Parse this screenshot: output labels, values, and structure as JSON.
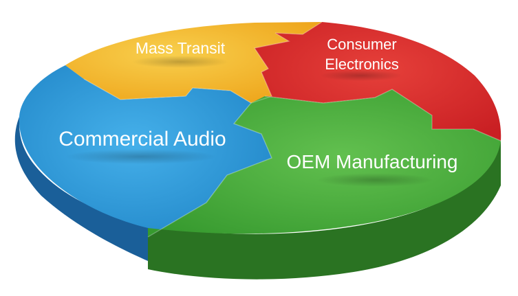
{
  "segments": [
    {
      "key": "mass",
      "label": "Mass Transit",
      "color": "#f5b324",
      "color_light": "#f7c63f",
      "side": "#c98a12"
    },
    {
      "key": "consumer",
      "label_lines": [
        "Consumer",
        "Electronics"
      ],
      "color": "#d72a2a",
      "color_light": "#e23a36",
      "side": "#a01818"
    },
    {
      "key": "commercial",
      "label": "Commercial Audio",
      "color": "#2a93d2",
      "color_light": "#3aa7e4",
      "side": "#1a5f99"
    },
    {
      "key": "oem",
      "label": "OEM Manufacturing",
      "color": "#45a83a",
      "color_light": "#5bb94a",
      "side": "#2a7322"
    }
  ]
}
